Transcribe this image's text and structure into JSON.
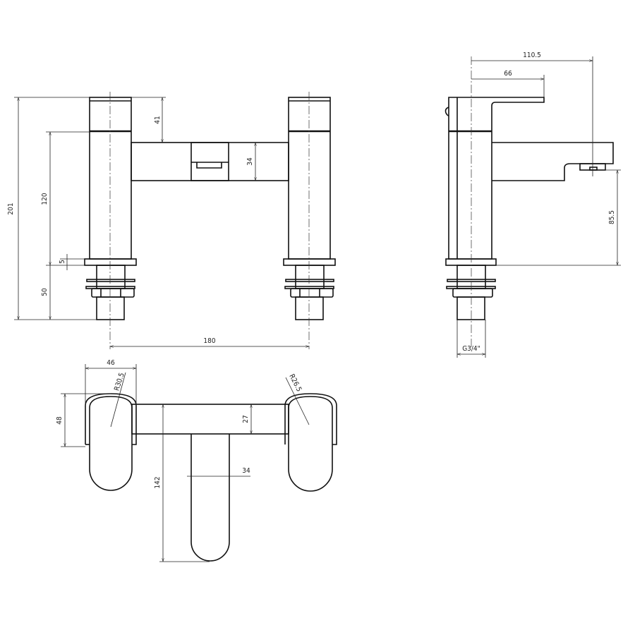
{
  "front_view": {
    "dimensions": {
      "overall_height": "201",
      "pillar_height": "120",
      "handle_height": "41",
      "bridge_height": "34",
      "flange": "5",
      "shank": "50",
      "centres": "180"
    }
  },
  "side_view": {
    "dimensions": {
      "spout_reach": "110.5",
      "handle_reach": "66",
      "spout_height": "85.5",
      "thread": "G3/4\""
    }
  },
  "top_view": {
    "dimensions": {
      "handle_width": "46",
      "handle_depth": "48",
      "radius_left": "R30.5",
      "radius_right": "R26.5",
      "bridge_depth": "27",
      "spout_width": "34",
      "spout_projection": "142"
    }
  },
  "colors": {
    "line": "#111111",
    "background": "#ffffff"
  }
}
